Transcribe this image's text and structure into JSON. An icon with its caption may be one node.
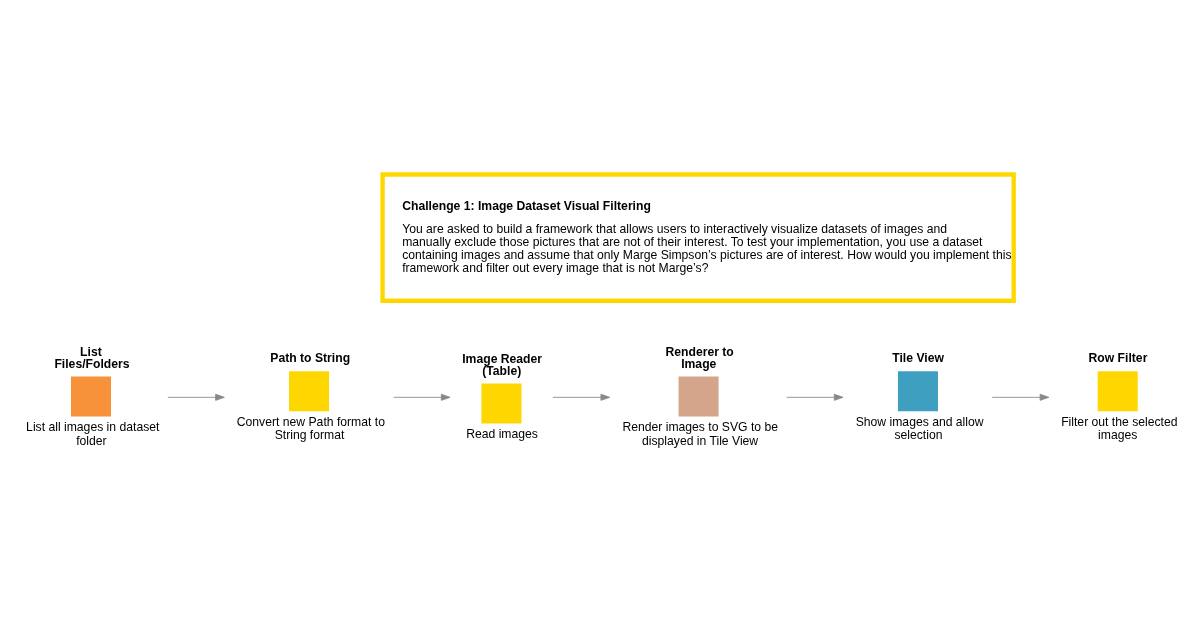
{
  "diagram": {
    "nodes": [
      {
        "text": [
          "Challenge 1: Image Dataset Visual Filtering",
          "You are asked to build a framework that allows users to interactively visualize datasets of images and manually exclude those pictures that are not of their interest. To test your implementation, you use a dataset containing images and assume that only Marge Simpson’s pictures are of interest. How would you implement this framework and filter out every image that is not Marge’s?"
        ]
      },
      {
        "text": [
          "List Files/Folders"
        ],
        "beside": [
          "List all images in dataset folder"
        ]
      },
      {
        "text": [
          "Path to String"
        ],
        "beside": [
          "Convert new Path format to String format"
        ]
      },
      {
        "text": [
          "Image Reader (Table)"
        ],
        "beside": [
          "Read images"
        ]
      },
      {
        "text": [
          "Renderer to Image"
        ],
        "beside": [
          "Render images to SVG to be displayed in Tile View"
        ]
      },
      {
        "text": [
          "Tile View"
        ],
        "beside": [
          "Show images and allow selection"
        ]
      },
      {
        "text": [
          "Row Filter"
        ],
        "beside": [
          "Filter out the selected images"
        ]
      }
    ],
    "edges": [
      {
        "from": 1,
        "to": 2,
        "arrow": "to"
      },
      {
        "from": 2,
        "to": 3,
        "arrow": "to"
      },
      {
        "from": 3,
        "to": 4,
        "arrow": "to"
      },
      {
        "from": 4,
        "to": 5,
        "arrow": "to"
      },
      {
        "from": 5,
        "to": 6,
        "arrow": "to"
      }
    ]
  }
}
